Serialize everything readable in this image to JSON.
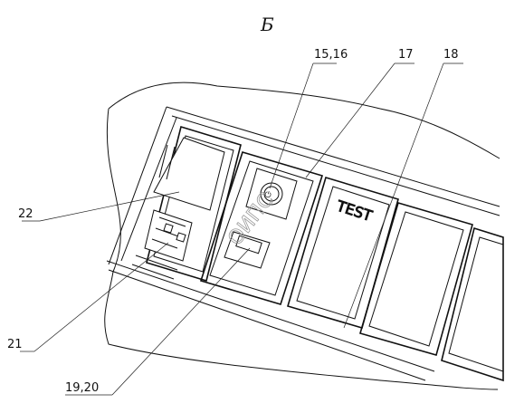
{
  "view_label": "Б",
  "callouts": {
    "c1516": "15,16",
    "c17": "17",
    "c18": "18",
    "c22": "22",
    "c21": "21",
    "c1920": "19,20"
  },
  "device_texts": {
    "test_button": "TEST",
    "watermark": "ОИПС"
  }
}
